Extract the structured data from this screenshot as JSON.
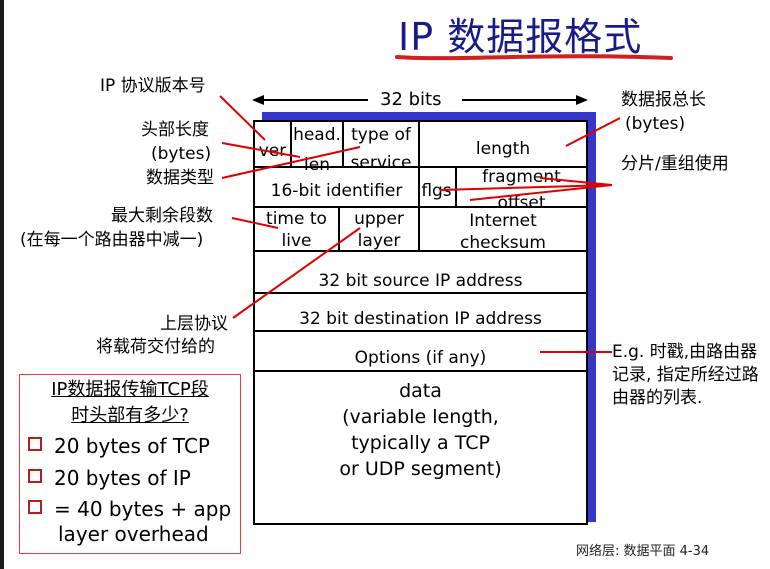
{
  "title": "IP 数据报格式",
  "width_label": "32 bits",
  "fields": {
    "ver": "ver",
    "head_len_1": "head.",
    "head_len_2": "len",
    "tos_1": "type of",
    "tos_2": "service",
    "length": "length",
    "identifier": "16-bit identifier",
    "flgs": "flgs",
    "frag_1": "fragment",
    "frag_2": "offset",
    "ttl_1": "time to",
    "ttl_2": "live",
    "upper_1": "upper",
    "upper_2": "layer",
    "checksum_1": "Internet",
    "checksum_2": "checksum",
    "src": "32 bit source IP address",
    "dst": "32 bit destination IP address",
    "options": "Options (if any)",
    "data_1": "data",
    "data_2": "(variable length,",
    "data_3": "typically a TCP",
    "data_4": "or UDP segment)"
  },
  "annotations": {
    "version": "IP 协议版本号",
    "header_len_1": "头部长度",
    "header_len_2": "(bytes)",
    "data_type": "数据类型",
    "ttl_1": "最大剩余段数",
    "ttl_2": "(在每一个路由器中减一)",
    "upper_1": "上层协议",
    "upper_2": "将载荷交付给的",
    "total_len_1": "数据报总长",
    "total_len_2": "(bytes)",
    "frag": "分片/重组使用",
    "options_1": "E.g. 时戳,由路由器",
    "options_2": "记录, 指定所经过路",
    "options_3": "由器的列表."
  },
  "question_box": {
    "question_1": "IP数据报传输TCP段",
    "question_2": "时头部有多少?",
    "bullets": [
      "20 bytes of TCP",
      "20 bytes of IP",
      "= 40 bytes + app",
      "layer overhead"
    ]
  },
  "footer": "网络层: 数据平面  4-34",
  "colors": {
    "title": "#1a1a8a",
    "shadow": "#3636c8",
    "pointer": "#e00000",
    "box_border": "#e04040"
  }
}
